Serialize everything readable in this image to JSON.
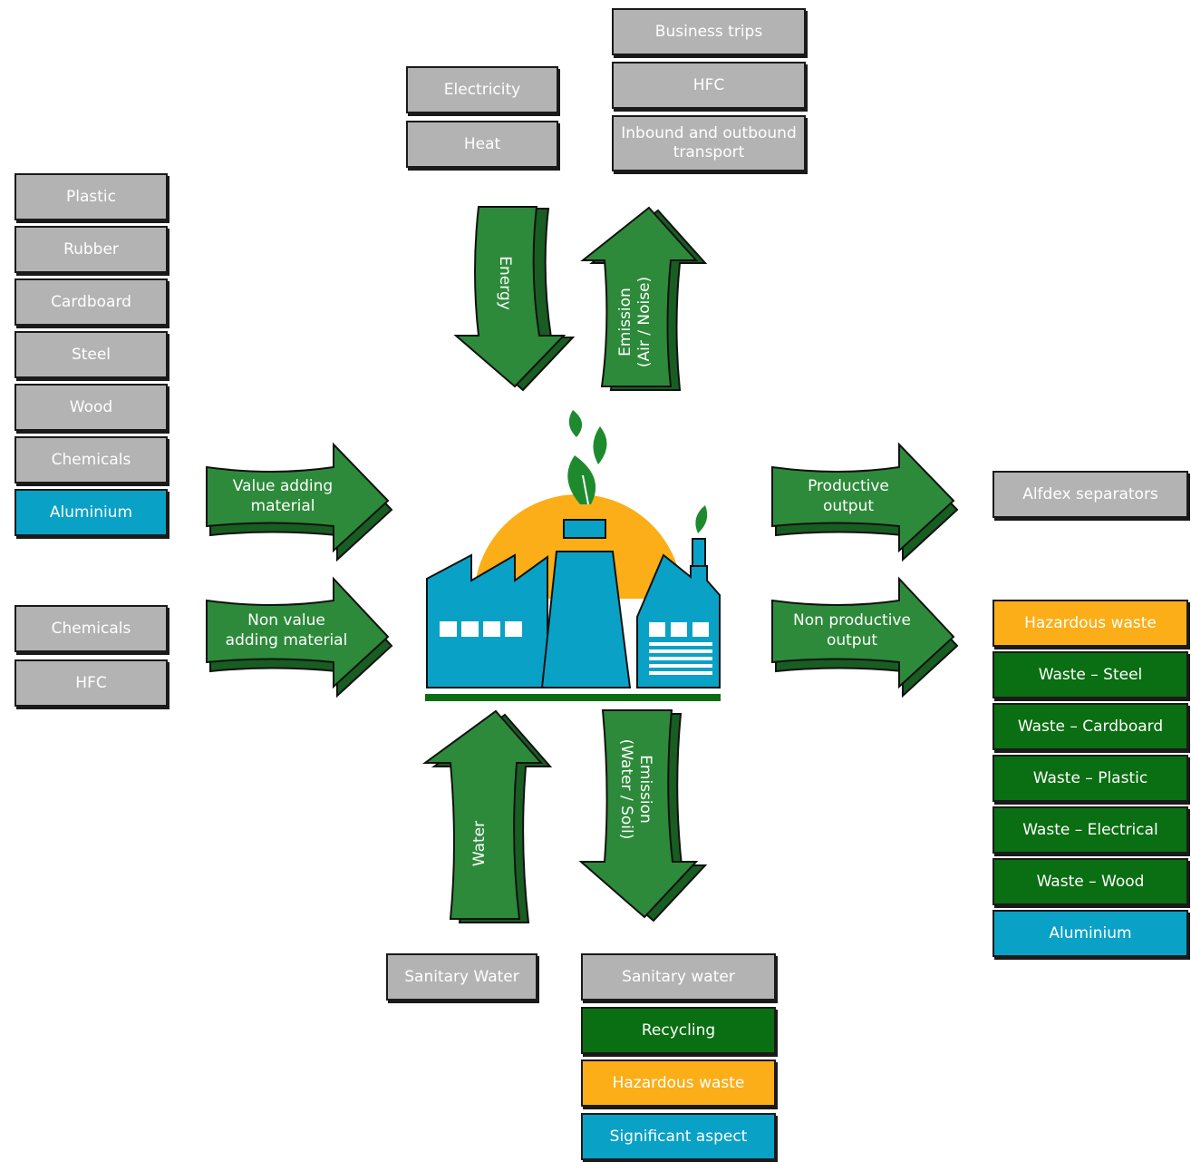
{
  "colors": {
    "gray": "#b3b3b3",
    "green_box": "#0a6e12",
    "orange": "#fbae18",
    "blue": "#0aa1c6",
    "arrow_green": "#2d8a3a",
    "arrow_dark": "#185d22"
  },
  "energy_boxes": [
    "Electricity",
    "Heat"
  ],
  "emission_air_boxes": [
    "Business trips",
    "HFC",
    "Inbound and outbound transport"
  ],
  "value_adding_boxes": [
    "Plastic",
    "Rubber",
    "Cardboard",
    "Steel",
    "Wood",
    "Chemicals",
    "Aluminium"
  ],
  "non_value_adding_boxes": [
    "Chemicals",
    "HFC"
  ],
  "productive_output_boxes": [
    "Alfdex separators"
  ],
  "non_productive_output_boxes": [
    "Hazardous waste",
    "Waste – Steel",
    "Waste – Cardboard",
    "Waste – Plastic",
    "Waste – Electrical",
    "Waste – Wood",
    "Aluminium"
  ],
  "water_boxes": [
    "Sanitary Water"
  ],
  "emission_water_boxes": [
    "Sanitary water"
  ],
  "legend": [
    "Recycling",
    "Hazardous waste",
    "Significant aspect"
  ],
  "arrows": {
    "energy": "Energy",
    "emission_air": [
      "Emission",
      "(Air / Noise)"
    ],
    "value_adding": [
      "Value adding",
      "material"
    ],
    "non_value_adding": [
      "Non value",
      "adding material"
    ],
    "productive": [
      "Productive",
      "output"
    ],
    "non_productive": [
      "Non productive",
      "output"
    ],
    "water": "Water",
    "emission_water": [
      "Emission",
      "(Water / Soil)"
    ]
  },
  "icons": {
    "factory": "factory-icon",
    "leaf": "leaf-icon"
  }
}
